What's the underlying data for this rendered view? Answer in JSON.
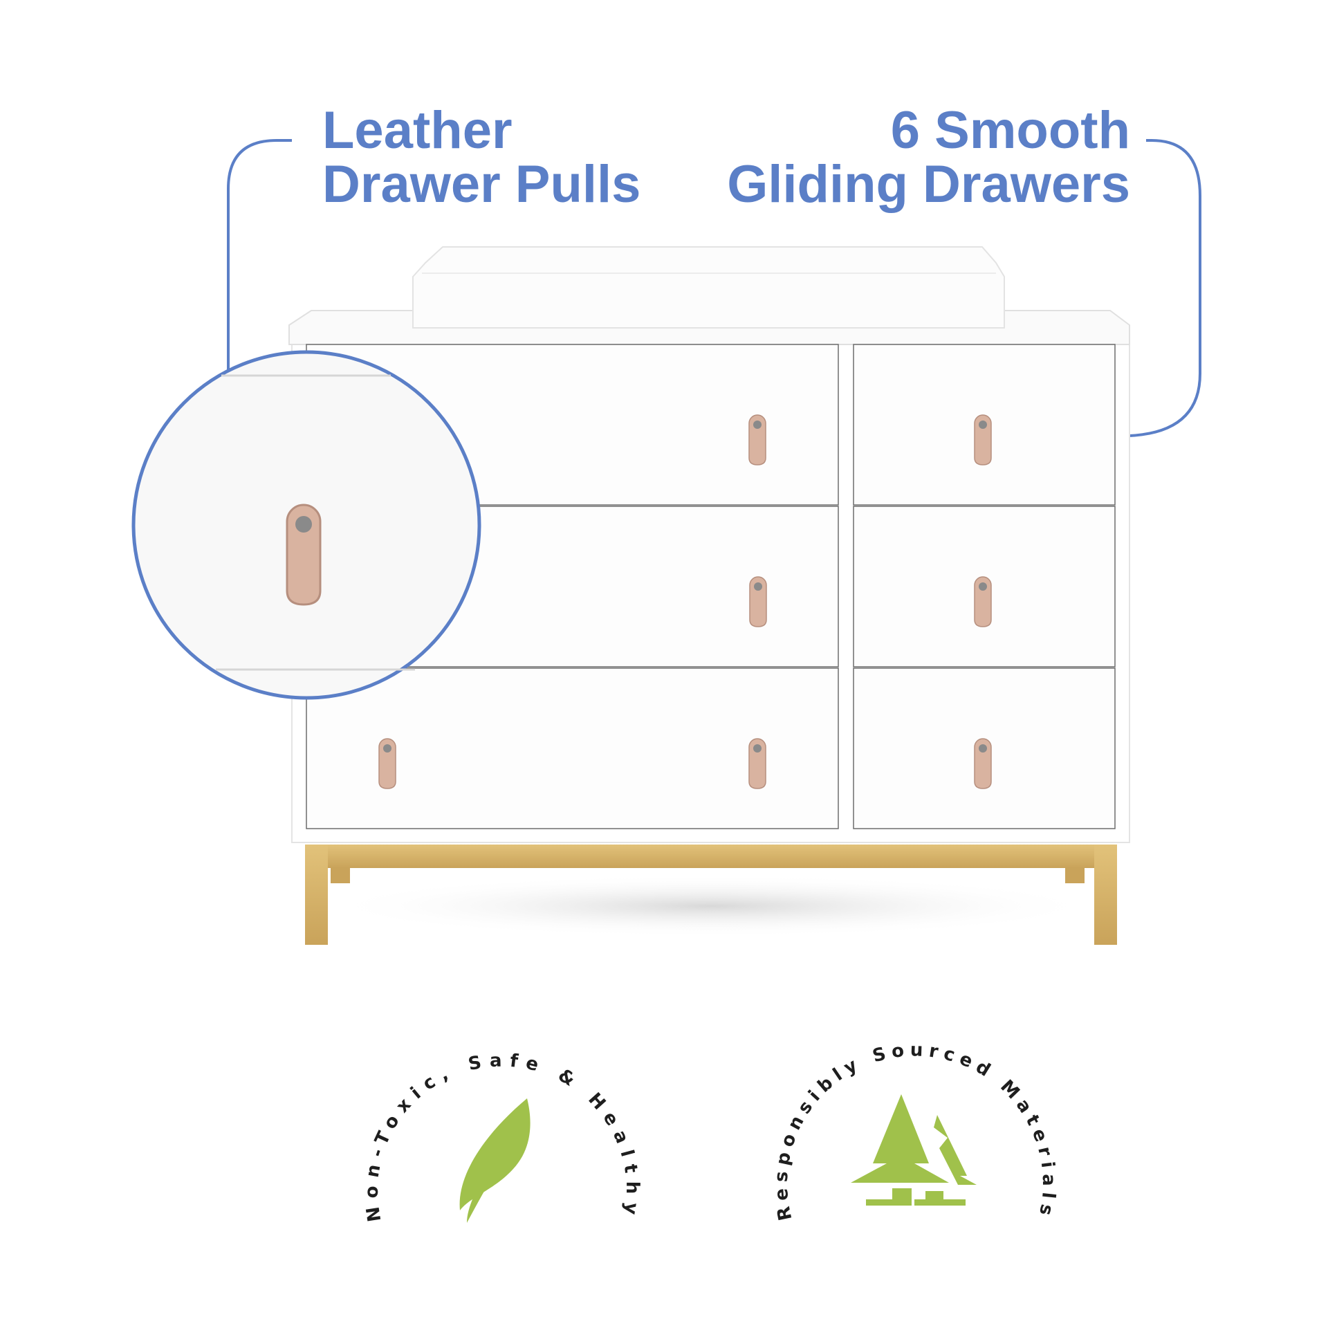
{
  "callouts": {
    "left": {
      "line1": "Leather",
      "line2": "Drawer Pulls"
    },
    "right": {
      "line1": "6 Smooth",
      "line2": "Gliding Drawers"
    }
  },
  "badges": [
    {
      "text": "Non-Toxic, Safe & Healthy",
      "icon": "leaf-icon"
    },
    {
      "text": "Responsibly Sourced Materials",
      "icon": "trees-icon"
    }
  ],
  "colors": {
    "accent": "#5b7fc7",
    "badge_green": "#a0c14b",
    "leather": "#d9b3a0",
    "wood": "#d8b56c"
  }
}
